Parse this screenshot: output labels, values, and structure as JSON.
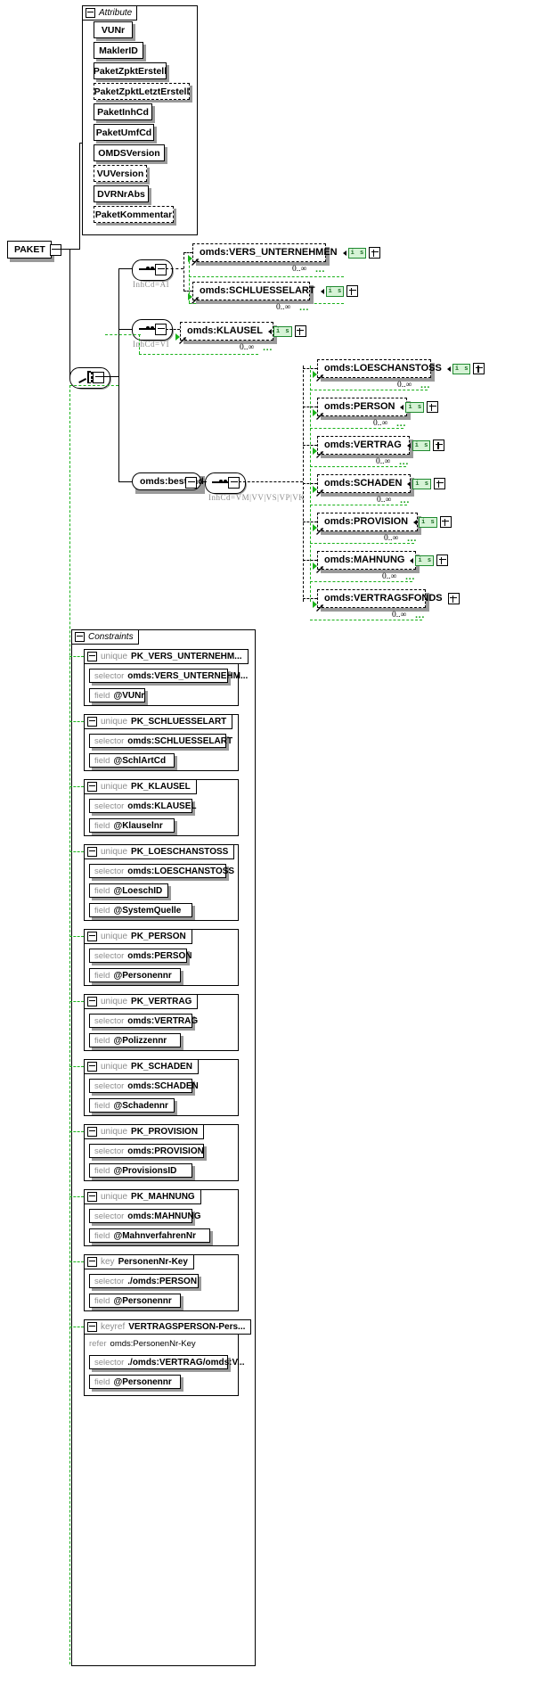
{
  "diagram": {
    "type": "xsd-schema-diagram",
    "root_element": {
      "name": "PAKET",
      "toggle": "minus"
    },
    "attribute_group": {
      "title": "Attribute",
      "toggle": "minus",
      "items": [
        {
          "name": "VUNr",
          "optional": false
        },
        {
          "name": "MaklerID",
          "optional": false
        },
        {
          "name": "PaketZpktErstell",
          "optional": false
        },
        {
          "name": "PaketZpktLetztErstell",
          "optional": true
        },
        {
          "name": "PaketInhCd",
          "optional": false
        },
        {
          "name": "PaketUmfCd",
          "optional": false
        },
        {
          "name": "OMDSVersion",
          "optional": false
        },
        {
          "name": "VUVersion",
          "optional": true
        },
        {
          "name": "DVRNrAbs",
          "optional": false
        },
        {
          "name": "PaketKommentar",
          "optional": true
        }
      ]
    },
    "choice": {
      "kind": "choice",
      "toggle": "minus"
    },
    "branches": [
      {
        "compositor": "sequence",
        "annotation": "InhCd=AI",
        "elements": [
          {
            "name": "omds:VERS_UNTERNEHMEN",
            "badge": "i s",
            "expand": "plus",
            "occurs": "0..∞"
          },
          {
            "name": "omds:SCHLUESSELART",
            "badge": "i s",
            "expand": "plus",
            "occurs": "0..∞"
          }
        ]
      },
      {
        "compositor": "sequence",
        "annotation": "InhCd=VI",
        "elements": [
          {
            "name": "omds:KLAUSEL",
            "badge": "i s",
            "expand": "plus",
            "occurs": "0..∞"
          }
        ]
      },
      {
        "compositor": "sequence",
        "group": "omds:bestand",
        "group_toggle": "minus",
        "annotation": "InhCd=VM|VV|VS|VP|VK",
        "elements": [
          {
            "name": "omds:LOESCHANSTOSS",
            "badge": "i s",
            "expand": "plus",
            "occurs": "0..∞"
          },
          {
            "name": "omds:PERSON",
            "badge": "i s",
            "expand": "plus",
            "occurs": "0..∞"
          },
          {
            "name": "omds:VERTRAG",
            "badge": "i s",
            "expand": "plus",
            "occurs": "0..∞"
          },
          {
            "name": "omds:SCHADEN",
            "badge": "i s",
            "expand": "plus",
            "occurs": "0..∞"
          },
          {
            "name": "omds:PROVISION",
            "badge": "i s",
            "expand": "plus",
            "occurs": "0..∞"
          },
          {
            "name": "omds:MAHNUNG",
            "badge": "i s",
            "expand": "plus",
            "occurs": "0..∞"
          },
          {
            "name": "omds:VERTRAGSFONDS",
            "badge": "",
            "expand": "plus",
            "occurs": "0..∞"
          }
        ]
      }
    ],
    "constraints_group": {
      "title": "Constraints",
      "toggle": "minus",
      "items": [
        {
          "kind": "unique",
          "name": "PK_VERS_UNTERNEHM...",
          "selector_key": "selector",
          "selector": "omds:VERS_UNTERNEHM...",
          "fields_key": "field",
          "fields": [
            "@VUNr"
          ]
        },
        {
          "kind": "unique",
          "name": "PK_SCHLUESSELART",
          "selector_key": "selector",
          "selector": "omds:SCHLUESSELART",
          "fields_key": "field",
          "fields": [
            "@SchlArtCd"
          ]
        },
        {
          "kind": "unique",
          "name": "PK_KLAUSEL",
          "selector_key": "selector",
          "selector": "omds:KLAUSEL",
          "fields_key": "field",
          "fields": [
            "@Klauselnr"
          ]
        },
        {
          "kind": "unique",
          "name": "PK_LOESCHANSTOSS",
          "selector_key": "selector",
          "selector": "omds:LOESCHANSTOSS",
          "fields_key": "field",
          "fields": [
            "@LoeschID",
            "@SystemQuelle"
          ]
        },
        {
          "kind": "unique",
          "name": "PK_PERSON",
          "selector_key": "selector",
          "selector": "omds:PERSON",
          "fields_key": "field",
          "fields": [
            "@Personennr"
          ]
        },
        {
          "kind": "unique",
          "name": "PK_VERTRAG",
          "selector_key": "selector",
          "selector": "omds:VERTRAG",
          "fields_key": "field",
          "fields": [
            "@Polizzennr"
          ]
        },
        {
          "kind": "unique",
          "name": "PK_SCHADEN",
          "selector_key": "selector",
          "selector": "omds:SCHADEN",
          "fields_key": "field",
          "fields": [
            "@Schadennr"
          ]
        },
        {
          "kind": "unique",
          "name": "PK_PROVISION",
          "selector_key": "selector",
          "selector": "omds:PROVISION",
          "fields_key": "field",
          "fields": [
            "@ProvisionsID"
          ]
        },
        {
          "kind": "unique",
          "name": "PK_MAHNUNG",
          "selector_key": "selector",
          "selector": "omds:MAHNUNG",
          "fields_key": "field",
          "fields": [
            "@MahnverfahrenNr"
          ]
        },
        {
          "kind": "key",
          "name": "PersonenNr-Key",
          "selector_key": "selector",
          "selector": "./omds:PERSON",
          "fields_key": "field",
          "fields": [
            "@Personennr"
          ]
        },
        {
          "kind": "keyref",
          "name": "VERTRAGSPERSON-Pers...",
          "refer_key": "refer",
          "refer": "omds:PersonenNr-Key",
          "selector_key": "selector",
          "selector": "./omds:VERTRAG/omds:V...",
          "fields_key": "field",
          "fields": [
            "@Personennr"
          ]
        }
      ]
    },
    "colors": {
      "green": "#19b219",
      "badge_bg": "#d6f3d6",
      "badge_border": "#1f8a2f",
      "shadow": "#9a9a9a",
      "muted": "#8d8d8d"
    }
  }
}
